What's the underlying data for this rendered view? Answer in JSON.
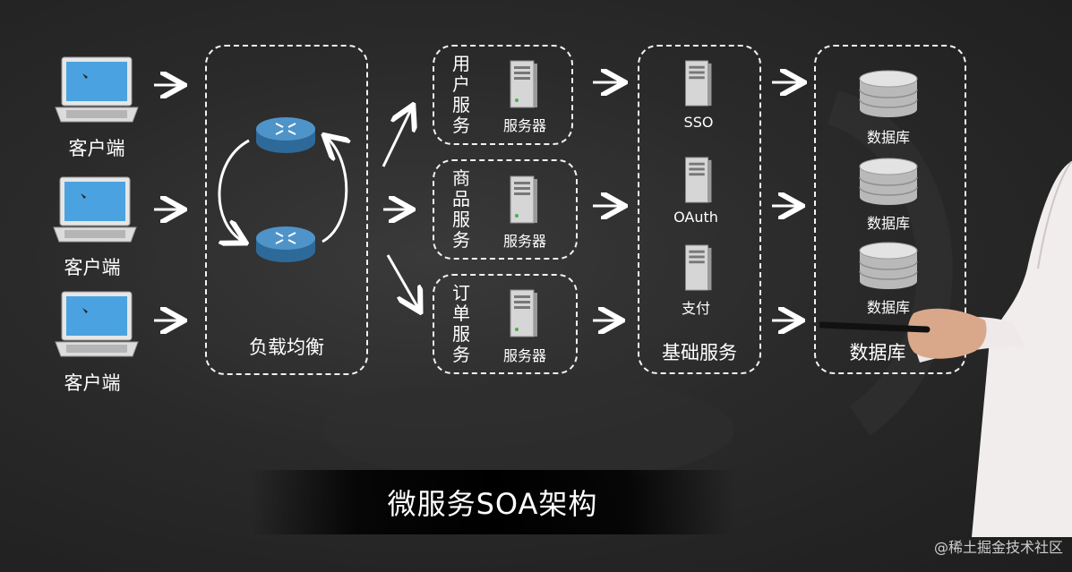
{
  "clients": {
    "labels": [
      "客户端",
      "客户端",
      "客户端"
    ]
  },
  "load_balancer": {
    "label": "负载均衡"
  },
  "services": {
    "items": [
      {
        "name": "用户服务",
        "server_label": "服务器"
      },
      {
        "name": "商品服务",
        "server_label": "服务器"
      },
      {
        "name": "订单服务",
        "server_label": "服务器"
      }
    ]
  },
  "base_services": {
    "label": "基础服务",
    "items": [
      "SSO",
      "OAuth",
      "支付"
    ]
  },
  "databases": {
    "label": "数据库",
    "items": [
      "数据库",
      "数据库",
      "数据库"
    ]
  },
  "title": "微服务SOA架构",
  "watermark": "@稀土掘金技术社区",
  "colors": {
    "background": "#2a2a2a",
    "laptop_screen": "#4aa3e0",
    "router": "#3f7fb0",
    "server": "#d6d6d6",
    "database": "#c8c8c8"
  }
}
